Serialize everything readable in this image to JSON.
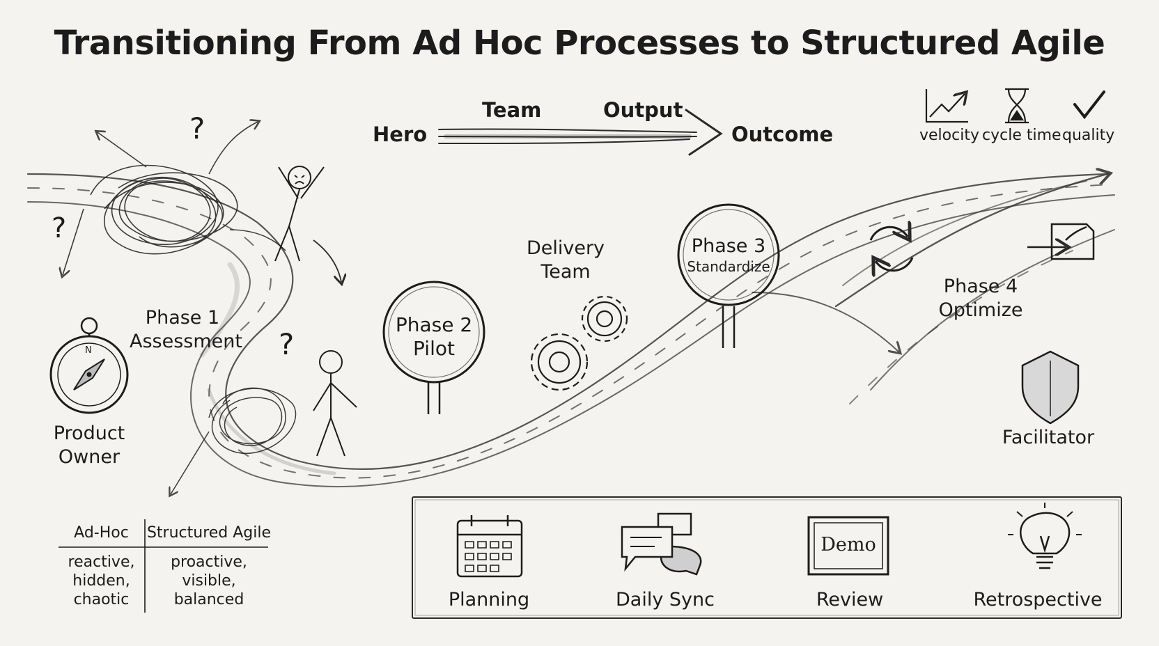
{
  "title": "Transitioning From Ad Hoc Processes to Structured Agile",
  "flow": {
    "start": "Hero",
    "arrow_top_left": "Team",
    "arrow_top_right": "Output",
    "end": "Outcome"
  },
  "metrics": [
    {
      "label": "velocity",
      "icon": "trend-chart-icon"
    },
    {
      "label": "cycle time",
      "icon": "hourglass-icon"
    },
    {
      "label": "quality",
      "icon": "checkmark-icon"
    }
  ],
  "phases": {
    "phase1": {
      "line1": "Phase 1",
      "line2": "Assessment"
    },
    "phase2": {
      "line1": "Phase 2",
      "line2": "Pilot"
    },
    "phase3": {
      "line1": "Phase 3",
      "line2": "Standardize"
    },
    "phase4": {
      "line1": "Phase 4",
      "line2": "Optimize"
    }
  },
  "roles": {
    "product_owner": {
      "line1": "Product",
      "line2": "Owner"
    },
    "delivery_team": {
      "line1": "Delivery",
      "line2": "Team"
    },
    "facilitator": "Facilitator"
  },
  "comparison": {
    "left_header": "Ad-Hoc",
    "right_header": "Structured Agile",
    "left_lines": [
      "reactive,",
      "hidden,",
      "chaotic"
    ],
    "right_lines": [
      "proactive,",
      "visible,",
      "balanced"
    ]
  },
  "ceremonies": [
    {
      "label": "Planning",
      "icon": "calendar-icon"
    },
    {
      "label": "Daily Sync",
      "icon": "chat-bubbles-icon"
    },
    {
      "label": "Review",
      "icon": "demo-screen-icon",
      "screen_text": "Demo"
    },
    {
      "label": "Retrospective",
      "icon": "lightbulb-icon"
    }
  ],
  "question_mark": "?",
  "compass_letter": "N"
}
